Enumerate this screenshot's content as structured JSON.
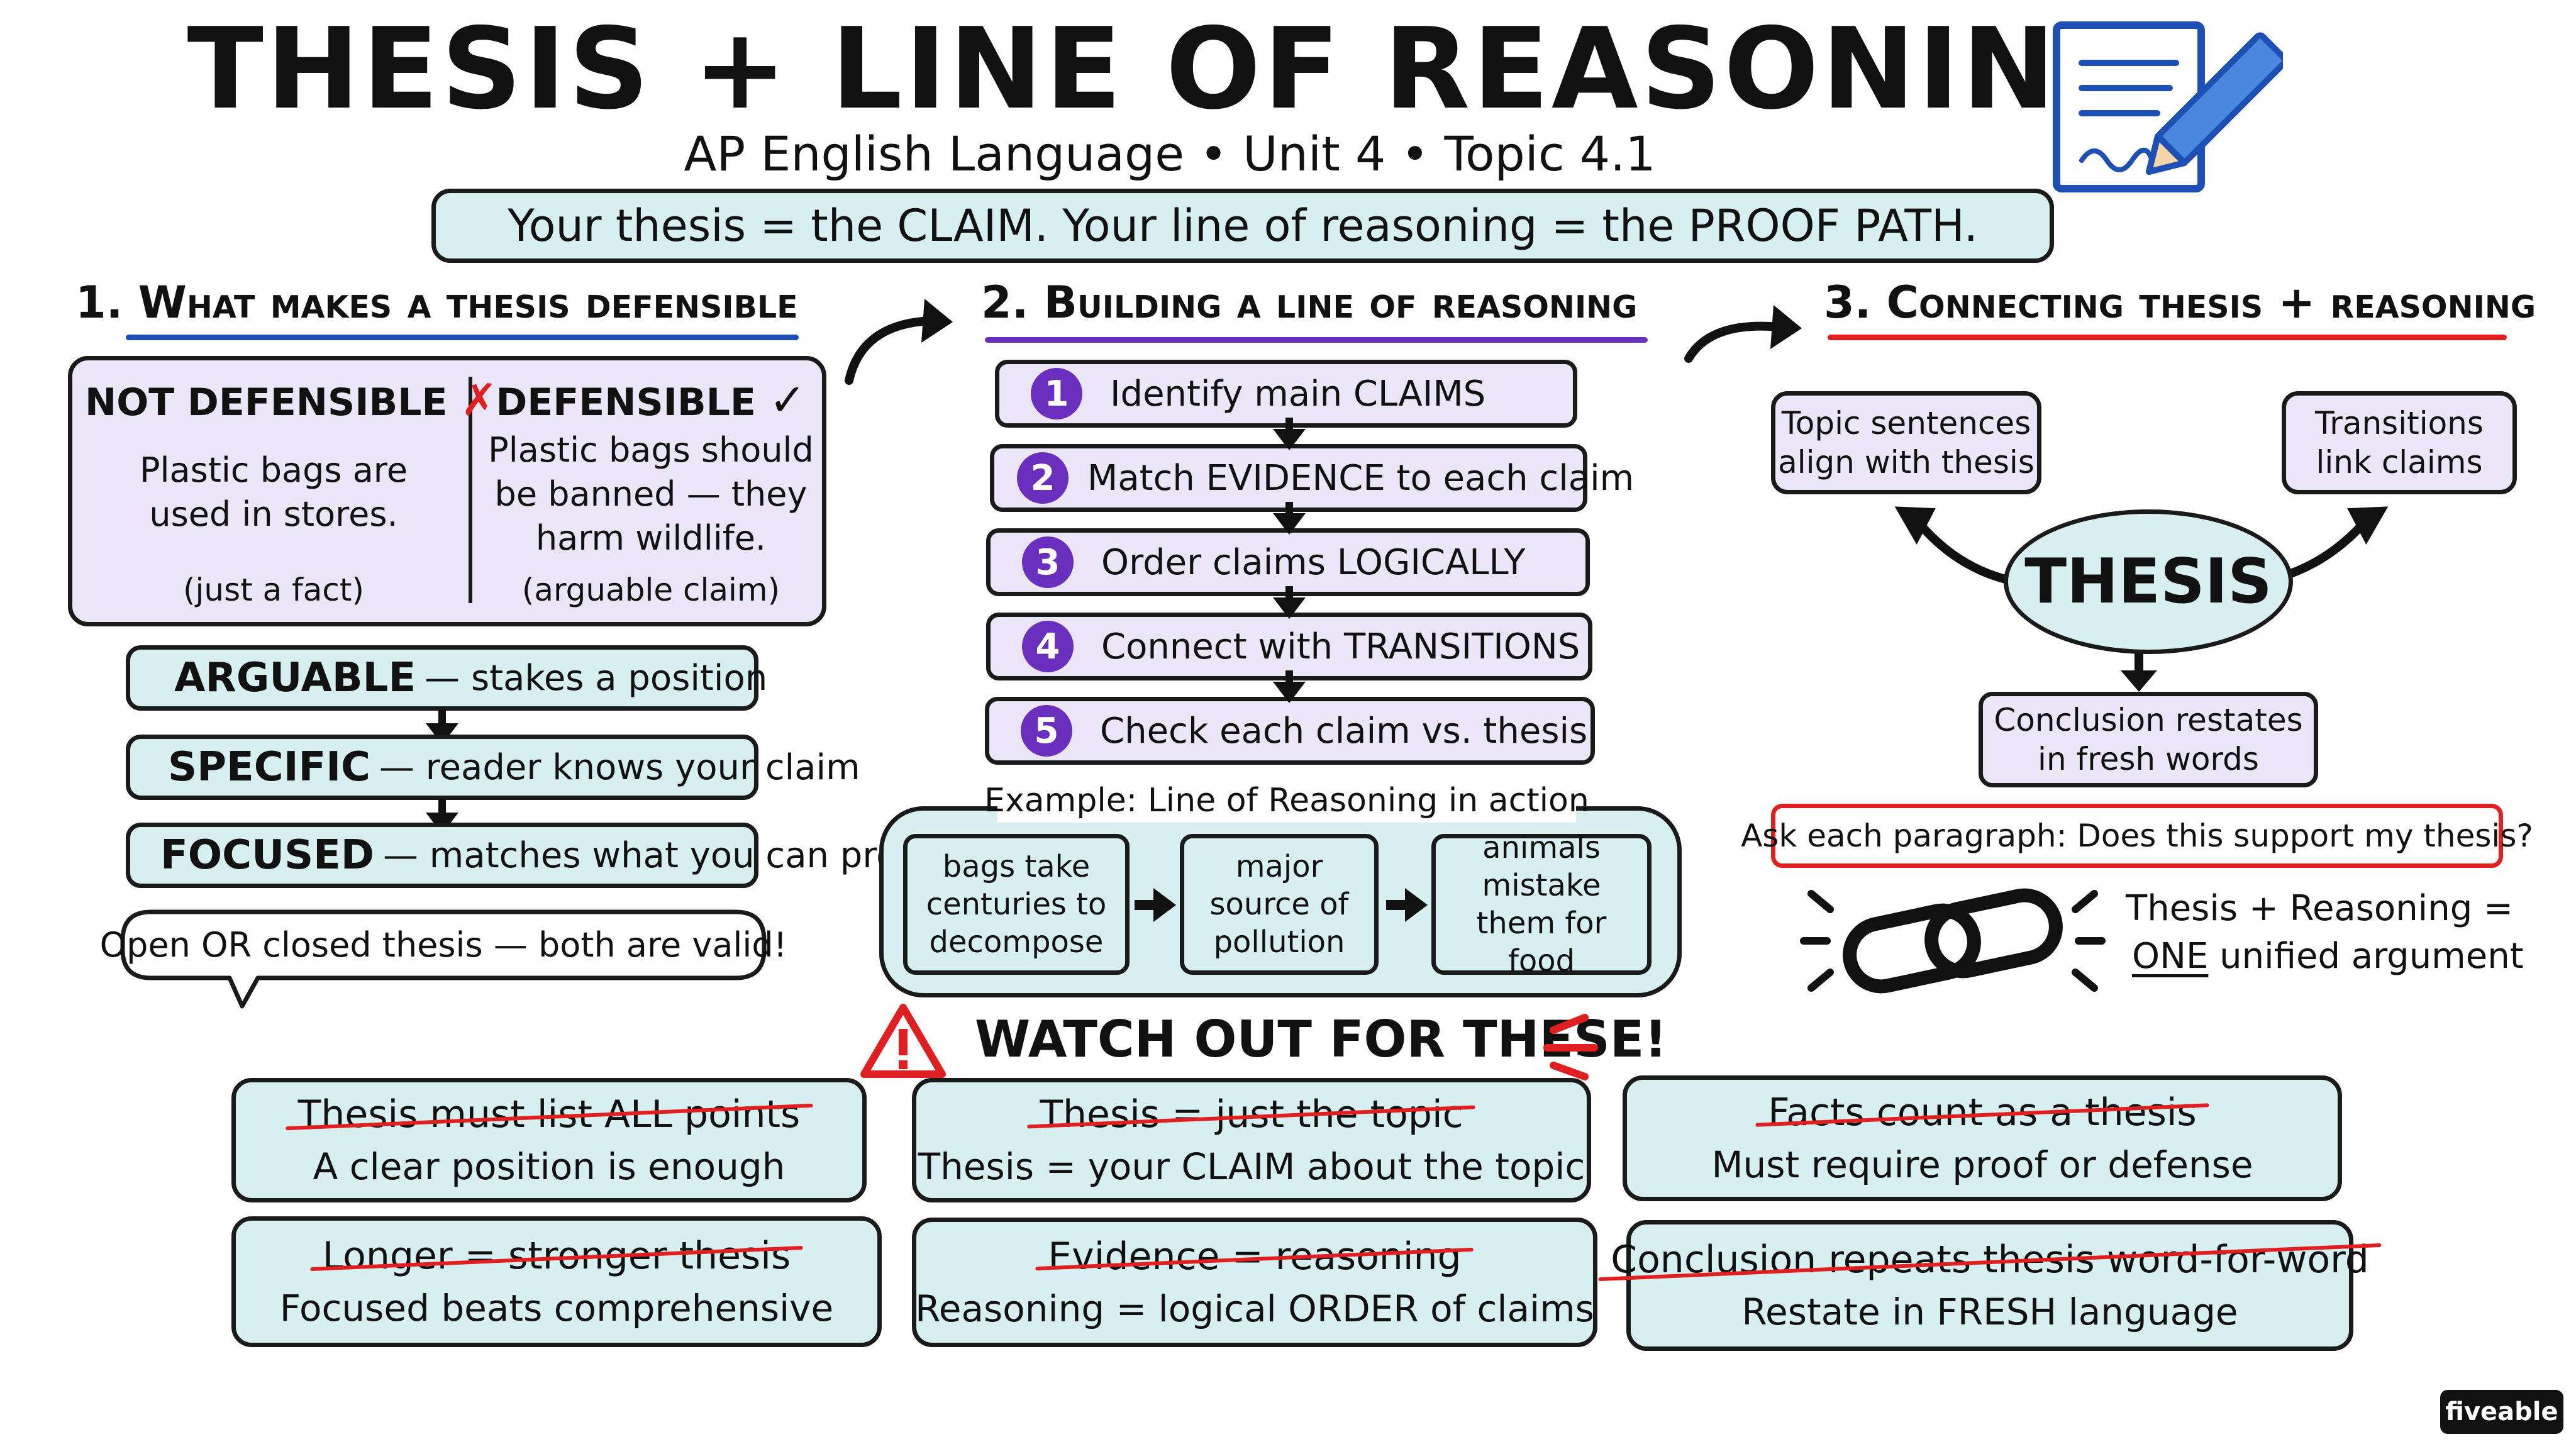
{
  "header": {
    "title": "THESIS + LINE OF REASONING",
    "subtitle": "AP English Language  •  Unit 4  •  Topic 4.1",
    "banner": "Your thesis = the CLAIM.  Your line of reasoning = the PROOF PATH."
  },
  "section1": {
    "heading": "1. What makes a thesis defensible",
    "not_defensible": {
      "label": "NOT DEFENSIBLE",
      "example": "Plastic bags are used in stores.",
      "note": "(just a fact)"
    },
    "defensible": {
      "label": "DEFENSIBLE",
      "example": "Plastic bags should be banned — they harm wildlife.",
      "note": "(arguable claim)"
    },
    "qualities": [
      {
        "term": "ARGUABLE",
        "desc": "— stakes a position"
      },
      {
        "term": "SPECIFIC",
        "desc": "— reader knows your claim"
      },
      {
        "term": "FOCUSED",
        "desc": "— matches what you can prove"
      }
    ],
    "speech_bubble": "Open OR closed thesis — both are valid!"
  },
  "section2": {
    "heading": "2. Building a line of reasoning",
    "steps": [
      {
        "num": "1",
        "text": "Identify main CLAIMS"
      },
      {
        "num": "2",
        "text": "Match EVIDENCE to each claim"
      },
      {
        "num": "3",
        "text": "Order claims LOGICALLY"
      },
      {
        "num": "4",
        "text": "Connect with TRANSITIONS"
      },
      {
        "num": "5",
        "text": "Check each claim vs. thesis"
      }
    ],
    "example_title": "Example: Line of Reasoning in action",
    "example_boxes": [
      "bags take centuries to decompose",
      "major source of pollution",
      "animals mistake them for food"
    ]
  },
  "section3": {
    "heading": "3. Connecting thesis + reasoning",
    "center": "THESIS",
    "topic_sentences": "Topic sentences align with thesis",
    "transitions": "Transitions link claims",
    "conclusion": "Conclusion restates in fresh words",
    "ask": "Ask each paragraph: Does this support my thesis?",
    "unified_line1": "Thesis + Reasoning =",
    "unified_one": "ONE",
    "unified_rest": "unified argument"
  },
  "warnings": {
    "heading": "WATCH OUT FOR THESE!",
    "cards": [
      {
        "myth": "Thesis must list ALL points",
        "fix": "A clear position is enough"
      },
      {
        "myth": "Thesis = just the topic",
        "fix": "Thesis = your CLAIM about the topic"
      },
      {
        "myth": "Facts count as a thesis",
        "fix": "Must require proof or defense"
      },
      {
        "myth": "Longer = stronger thesis",
        "fix": "Focused beats comprehensive"
      },
      {
        "myth": "Evidence = reasoning",
        "fix": "Reasoning = logical ORDER of claims"
      },
      {
        "myth": "Conclusion repeats thesis word-for-word",
        "fix": "Restate in FRESH language"
      }
    ]
  },
  "brand": "fiveable",
  "colors": {
    "blue": "#1e4fb4",
    "purple": "#6b2fc0",
    "red": "#e02020",
    "lavender": "#ebe6f7",
    "mint": "#d7eff0",
    "ink": "#111111"
  },
  "icons": [
    "document-pencil-icon",
    "x-mark-icon",
    "check-mark-icon",
    "warning-triangle-icon",
    "chain-link-icon"
  ]
}
